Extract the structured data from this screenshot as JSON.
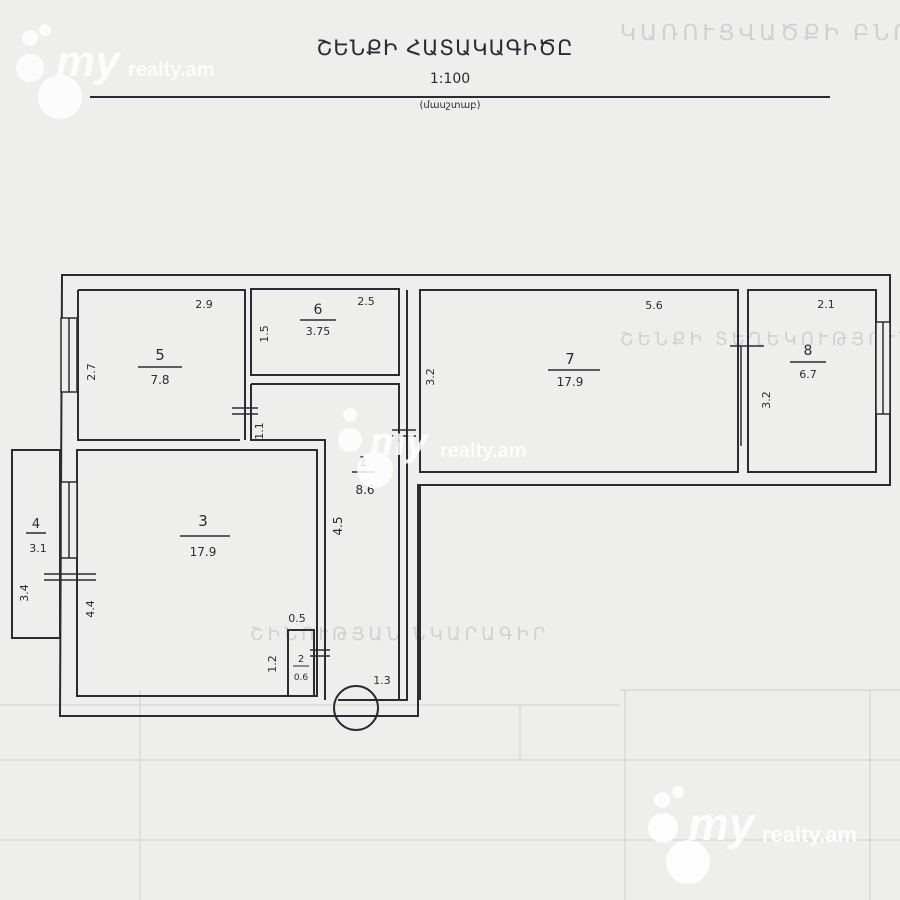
{
  "sheet": {
    "title": "ՇԵՆՔԻ ՀԱՏԱԿԱԳԻԾԸ",
    "scale": "1:100",
    "scale_caption": "(մասշտաբ)",
    "background_heading_top": "ԿԱՌՈՒՑՎԱԾՔԻ ԲՆՈՒԹԱԳԻՐ",
    "background_heading_mid": "ՇԵՆՔԻ ՏԵՂԵԿՈՒԹՅՈՒՆ",
    "background_heading_low": "ՇԻՆՈՒԹՅԱՆ ՆԿԱՐԱԳԻՐ"
  },
  "rooms": [
    {
      "number": "5",
      "area": "7.8",
      "width": "2.9",
      "height": "2.7"
    },
    {
      "number": "6",
      "area": "3.75",
      "width": "2.5",
      "height": "1.5"
    },
    {
      "number": "7",
      "area": "17.9",
      "width": "5.6",
      "height": "3.2"
    },
    {
      "number": "8",
      "area": "6.7",
      "width": "2.1",
      "height": "3.2"
    },
    {
      "number": "1",
      "area": "8.6",
      "width": "1.1",
      "height": "4.5"
    },
    {
      "number": "3",
      "area": "17.9",
      "height": "4.4"
    },
    {
      "number": "4",
      "area": "3.1",
      "height": "3.4"
    },
    {
      "number": "2",
      "area": "0.6",
      "width": "0.5",
      "height": "1.2"
    }
  ],
  "extra_dims": {
    "stair_width": "1.3"
  },
  "watermark": {
    "brand": "realty.am",
    "logo": "my"
  },
  "colors": {
    "paper": "#eeeeec",
    "ink": "#2b2b33",
    "faint": "#b9b9bd",
    "watermark": "#ffffff"
  }
}
